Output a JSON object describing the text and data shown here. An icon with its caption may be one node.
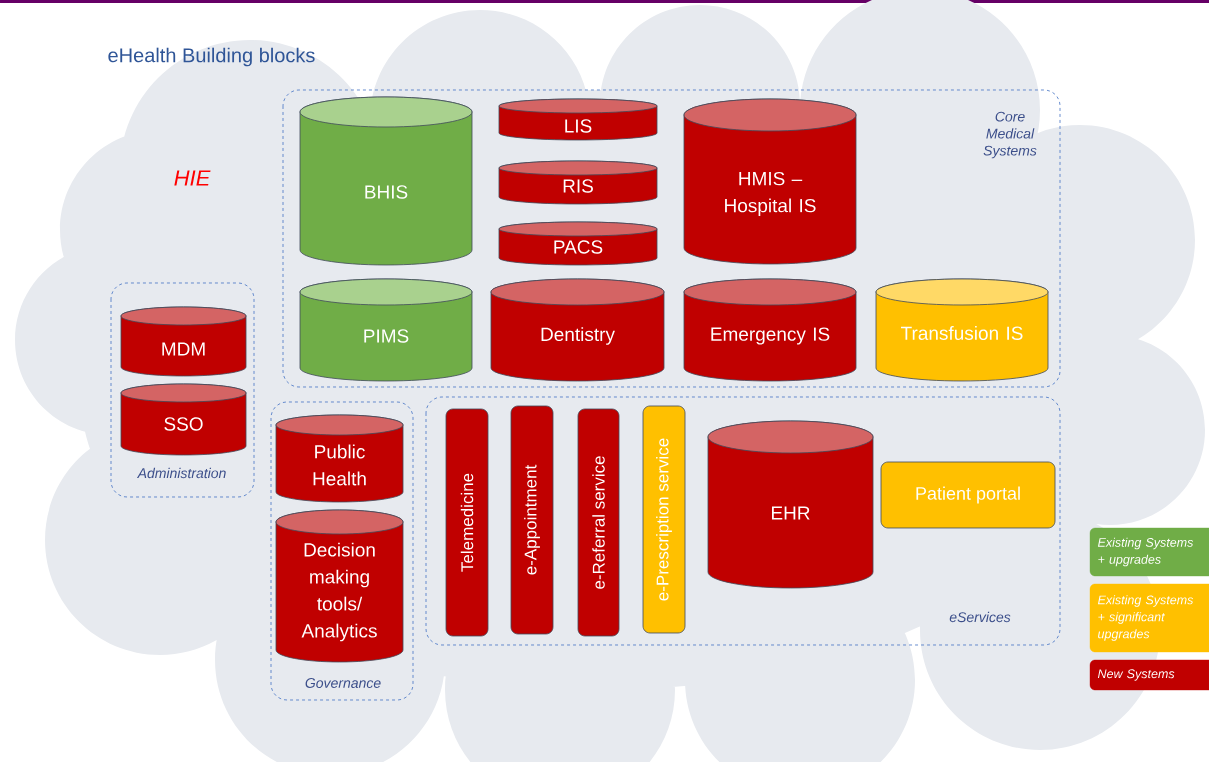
{
  "diagram": {
    "title": "eHealth Building blocks",
    "nodes": [
      {
        "text": [
          "HIE"
        ]
      },
      {
        "text": [
          "Core Medical Systems"
        ],
        "in": 0
      },
      {
        "text": [
          "BHIS"
        ],
        "in": 1
      },
      {
        "text": [
          "LIS"
        ],
        "in": 1
      },
      {
        "text": [
          "RIS"
        ],
        "in": 1
      },
      {
        "text": [
          "PACS"
        ],
        "in": 1
      },
      {
        "text": [
          "HMIS – Hospital IS"
        ],
        "in": 1
      },
      {
        "text": [
          "PIMS"
        ],
        "in": 1
      },
      {
        "text": [
          "Dentistry"
        ],
        "in": 1
      },
      {
        "text": [
          "Emergency IS"
        ],
        "in": 1
      },
      {
        "text": [
          "Transfusion IS"
        ],
        "in": 1
      },
      {
        "text": [
          "Administration"
        ],
        "in": 0
      },
      {
        "text": [
          "MDM"
        ],
        "in": 11
      },
      {
        "text": [
          "SSO"
        ],
        "in": 11
      },
      {
        "text": [
          "Governance"
        ],
        "in": 0
      },
      {
        "text": [
          "Public Health"
        ],
        "in": 14
      },
      {
        "text": [
          "Decision making tools/ Analytics"
        ],
        "in": 14
      },
      {
        "text": [
          "eServices"
        ],
        "in": 0
      },
      {
        "text": [
          "Telemedicine"
        ],
        "in": 17
      },
      {
        "text": [
          "e-Appointment"
        ],
        "in": 17
      },
      {
        "text": [
          "e-Referral service"
        ],
        "in": 17
      },
      {
        "text": [
          "e-Prescription service"
        ],
        "in": 17
      },
      {
        "text": [
          "EHR"
        ],
        "in": 17
      },
      {
        "text": [
          "Patient portal"
        ],
        "in": 17
      }
    ],
    "legend": [
      {
        "text": "Existing Systems + upgrades",
        "color": "#70ad47"
      },
      {
        "text": "Existing Systems + significant upgrades",
        "color": "#ffc000"
      },
      {
        "text": "New Systems",
        "color": "#c00000"
      }
    ]
  }
}
